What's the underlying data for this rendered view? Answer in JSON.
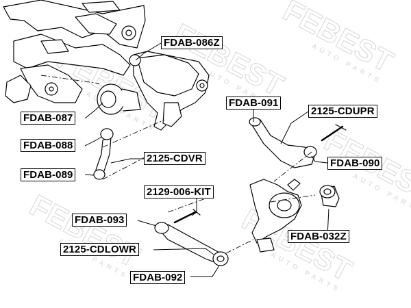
{
  "watermark": {
    "brand": "FEBEST",
    "tagline": "AUTO PARTS"
  },
  "labels": {
    "fdab_086z": "FDAB-086Z",
    "fdab_087": "FDAB-087",
    "fdab_088": "FDAB-088",
    "fdab_089": "FDAB-089",
    "cdvr": "2125-CDVR",
    "fdab_091": "FDAB-091",
    "cdupr": "2125-CDUPR",
    "fdab_090": "FDAB-090",
    "kit_006": "2129-006-KIT",
    "fdab_093": "FDAB-093",
    "cdlowr": "2125-CDLOWR",
    "fdab_092": "FDAB-092",
    "fdab_032z": "FDAB-032Z"
  }
}
